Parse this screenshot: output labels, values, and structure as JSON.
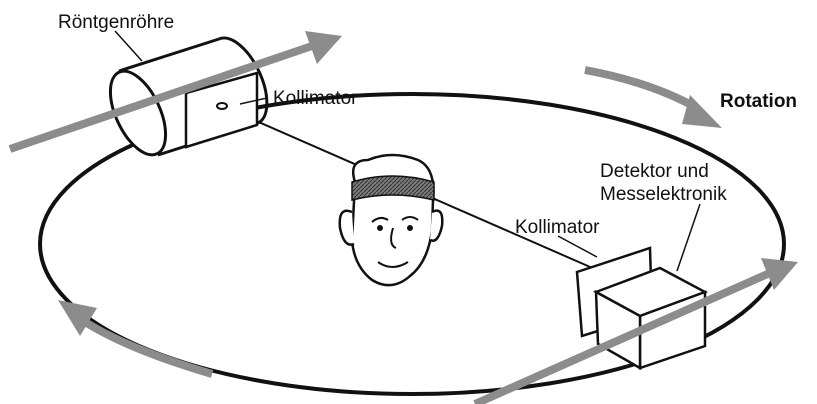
{
  "labels": {
    "tube": "Röntgenröhre",
    "collimator_top": "Kollimator",
    "rotation": "Rotation",
    "detector_line1": "Detektor und",
    "detector_line2": "Messelektronik",
    "collimator_bottom": "Kollimator"
  },
  "colors": {
    "outline": "#111111",
    "arrow": "#8c8c8c",
    "scan_band": "#555555",
    "background": "#ffffff"
  }
}
